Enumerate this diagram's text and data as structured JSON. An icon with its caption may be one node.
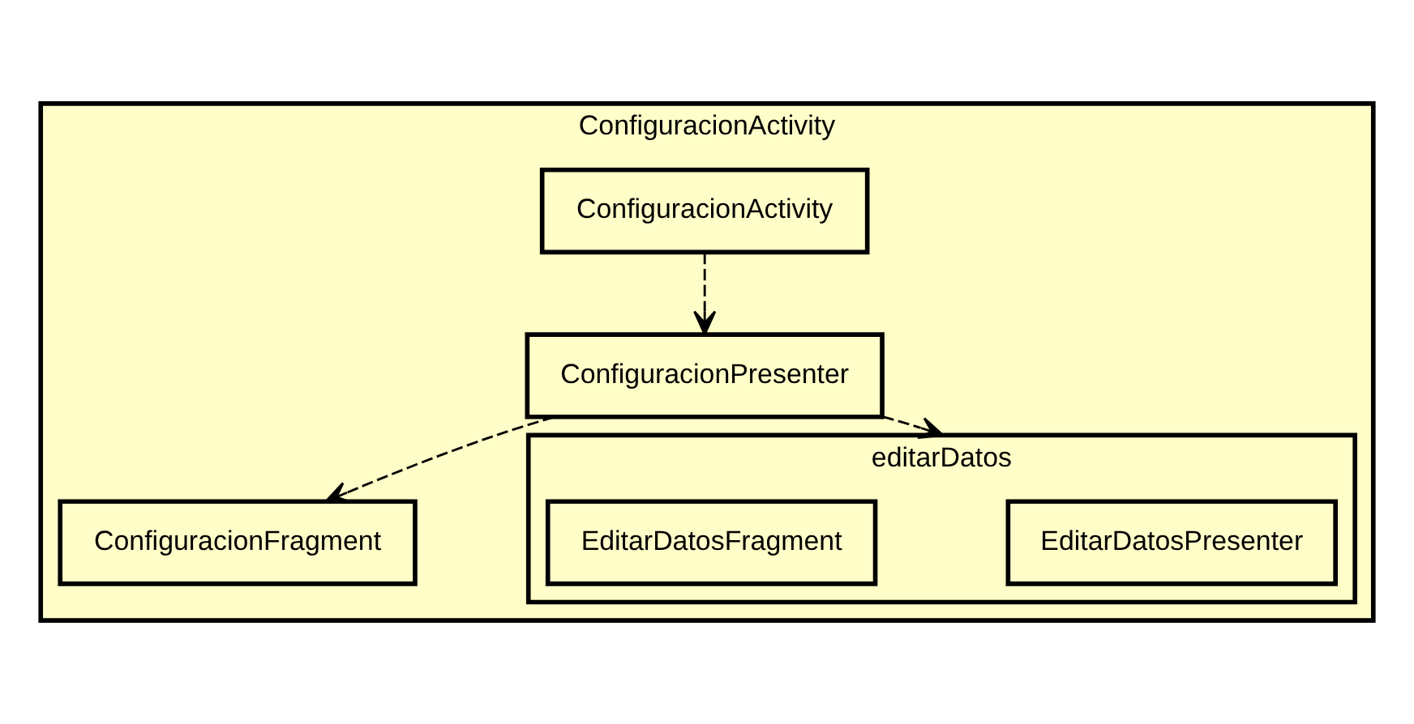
{
  "diagram": {
    "nodes": [
      {
        "text": [
          "ConfiguracionActivity"
        ]
      },
      {
        "text": [
          "ConfiguracionActivity"
        ],
        "in": 0
      },
      {
        "text": [
          "ConfiguracionPresenter"
        ],
        "in": 0
      },
      {
        "text": [
          "ConfiguracionFragment"
        ],
        "in": 0
      },
      {
        "text": [
          "editarDatos"
        ],
        "in": 0
      },
      {
        "text": [
          "EditarDatosPresenter"
        ],
        "in": 4
      },
      {
        "text": [
          "EditarDatosFragment"
        ],
        "in": 4
      }
    ],
    "edges": [
      {
        "from": 1,
        "to": 2,
        "arrow": "to",
        "style": "dashed"
      },
      {
        "from": 2,
        "to": 3,
        "arrow": "to",
        "style": "dashed"
      },
      {
        "from": 2,
        "to": 4,
        "arrow": "to",
        "style": "dashed"
      }
    ]
  }
}
